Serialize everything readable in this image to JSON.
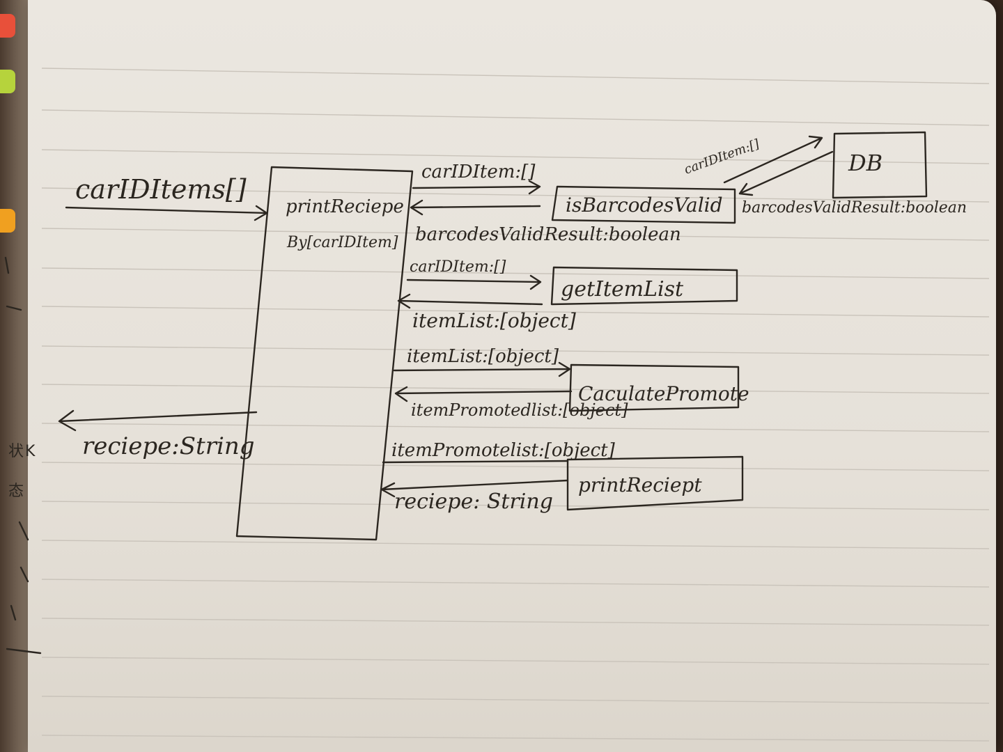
{
  "diagram": {
    "caller_input": "carIDItems[]",
    "caller_output": "reciepe:String",
    "main_box_label": [
      "printReciepe",
      "By[carIDItem]"
    ],
    "db_label": "DB",
    "functions": [
      {
        "name": "isBarcodesValid",
        "call": "carIDItem:[]",
        "return": "barcodesValidResult:boolean"
      },
      {
        "name": "getItemList",
        "call": "carIDItem:[]",
        "return": "itemList:[object]"
      },
      {
        "name": "CaculatePromote",
        "call": "itemList:[object]",
        "return": "itemPromotedlist:[object]"
      },
      {
        "name": "printReciept",
        "call": "itemPromotelist:[object]",
        "return": "reciepe: String"
      }
    ],
    "db_call": "carIDItem:[]",
    "db_return": "barcodesValidResult:boolean",
    "margin_chars": [
      "状",
      "K",
      "态"
    ]
  },
  "colors": {
    "ink": "#2b2620",
    "paper": "#e6e1d9",
    "rule_line": "#c9c3ba",
    "tab_green": "#b6d33c",
    "tab_orange": "#f0a020",
    "tab_red": "#e8503a"
  }
}
